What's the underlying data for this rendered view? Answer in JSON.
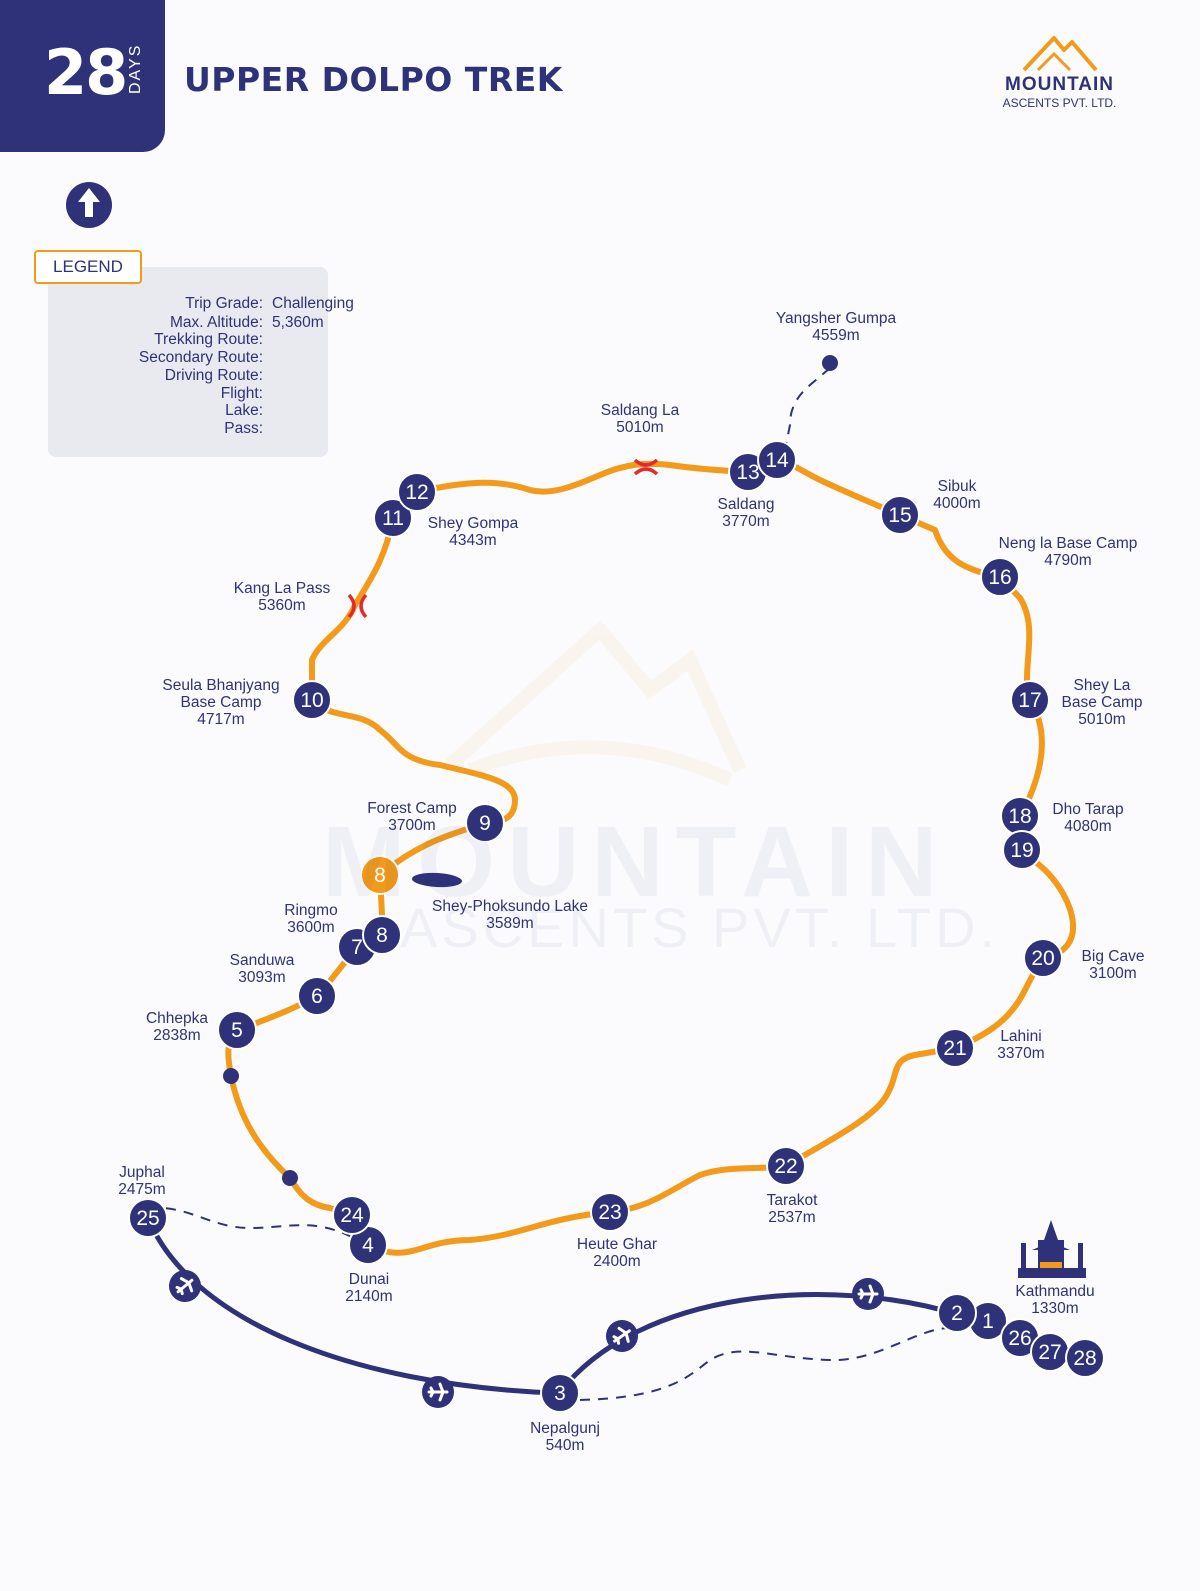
{
  "header": {
    "days_number": "28",
    "days_label": "DAYS",
    "title": "UPPER DOLPO TREK"
  },
  "logo": {
    "name": "MOUNTAIN",
    "subtitle": "ASCENTS PVT. LTD."
  },
  "watermark": {
    "name": "MOUNTAIN",
    "subtitle": "ASCENTS PVT. LTD."
  },
  "legend": {
    "title": "LEGEND",
    "rows": [
      {
        "label": "Trip Grade:",
        "value": "Challenging"
      },
      {
        "label": "Max. Altitude:",
        "value": "5,360m"
      },
      {
        "label": "Trekking Route:"
      },
      {
        "label": "Secondary Route:"
      },
      {
        "label": "Driving Route:"
      },
      {
        "label": "Flight:"
      },
      {
        "label": "Lake:"
      },
      {
        "label": "Pass:"
      }
    ]
  },
  "colors": {
    "primary": "#2f3278",
    "route": "#f39a1b",
    "pass": "#e32b2b",
    "background": "#fbfbfd"
  },
  "icons": {
    "north": "north-arrow-icon",
    "flight": "airplane-icon",
    "pass": "pass-icon",
    "temple": "kathmandu-temple-icon"
  },
  "places": [
    {
      "name": "Yangsher Gumpa",
      "alt": "4559m"
    },
    {
      "name": "Saldang La",
      "alt": "5010m"
    },
    {
      "name": "Saldang",
      "alt": "3770m"
    },
    {
      "name": "Sibuk",
      "alt": "4000m"
    },
    {
      "name": "Neng la Base Camp",
      "alt": "4790m"
    },
    {
      "name": "Shey Gompa",
      "alt": "4343m"
    },
    {
      "name": "Kang La Pass",
      "alt": "5360m"
    },
    {
      "name": "Seula Bhanjyang",
      "name2": "Base Camp",
      "alt": "4717m"
    },
    {
      "name": "Shey La",
      "name2": "Base Camp",
      "alt": "5010m"
    },
    {
      "name": "Forest Camp",
      "alt": "3700m"
    },
    {
      "name": "Dho Tarap",
      "alt": "4080m"
    },
    {
      "name": "Shey-Phoksundo Lake",
      "alt": "3589m"
    },
    {
      "name": "Ringmo",
      "alt": "3600m"
    },
    {
      "name": "Sanduwa",
      "alt": "3093m"
    },
    {
      "name": "Big Cave",
      "alt": "3100m"
    },
    {
      "name": "Chhepka",
      "alt": "2838m"
    },
    {
      "name": "Lahini",
      "alt": "3370m"
    },
    {
      "name": "Juphal",
      "alt": "2475m"
    },
    {
      "name": "Tarakot",
      "alt": "2537m"
    },
    {
      "name": "Heute Ghar",
      "alt": "2400m"
    },
    {
      "name": "Dunai",
      "alt": "2140m"
    },
    {
      "name": "Kathmandu",
      "alt": "1330m"
    },
    {
      "name": "Nepalgunj",
      "alt": "540m"
    }
  ],
  "days": [
    "1",
    "2",
    "3",
    "4",
    "5",
    "6",
    "7",
    "8",
    "8",
    "9",
    "10",
    "11",
    "12",
    "13",
    "14",
    "15",
    "16",
    "17",
    "18",
    "19",
    "20",
    "21",
    "22",
    "23",
    "24",
    "25",
    "26",
    "27",
    "28"
  ]
}
